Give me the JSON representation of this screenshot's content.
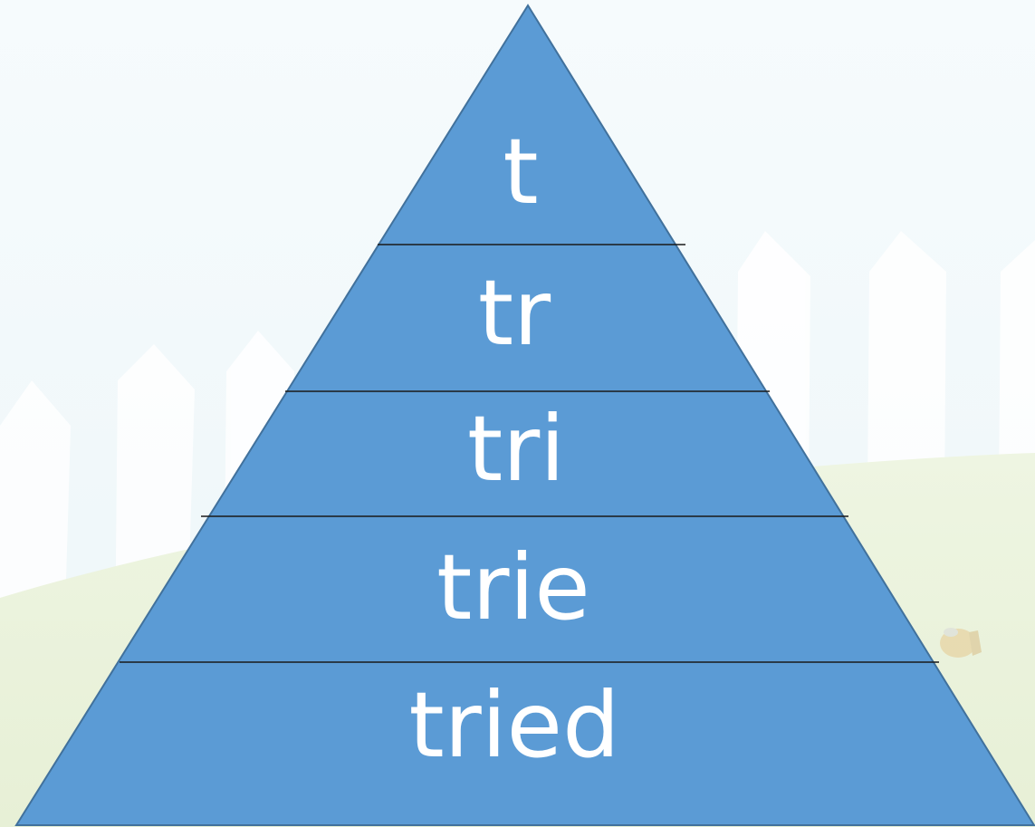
{
  "diagram": {
    "type": "word-pyramid",
    "levels": [
      "t",
      "tr",
      "tri",
      "trie",
      "tried"
    ]
  },
  "colors": {
    "pyramid_fill": "#5b9bd5",
    "pyramid_edge": "#41719c",
    "divider": "#1a1a1a",
    "text": "#ffffff",
    "sky": "#f3f9fb",
    "hill": "#eef5e0",
    "fence": "#ffffff"
  },
  "icons": [
    "bee-logo-icon"
  ]
}
